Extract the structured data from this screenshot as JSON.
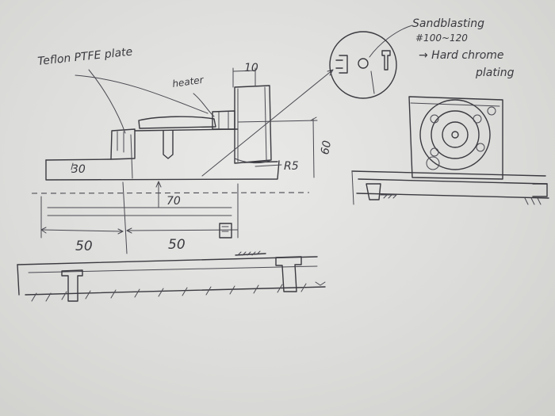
{
  "labels": {
    "teflon": "Teflon PTFE plate",
    "heater": "heater",
    "sandblasting_line1": "Sandblasting",
    "sandblasting_line2": "#100~120",
    "chrome_line1": "→ Hard chrome",
    "chrome_line2": "plating",
    "dim_10": "10",
    "dim_60": "60",
    "dim_30": "30",
    "dim_70": "70",
    "dim_r5": "R5",
    "dim_50_left": "50",
    "dim_50_right": "50"
  },
  "colors": {
    "paper": "#e2e2e0",
    "ink": "#3a3a40"
  }
}
